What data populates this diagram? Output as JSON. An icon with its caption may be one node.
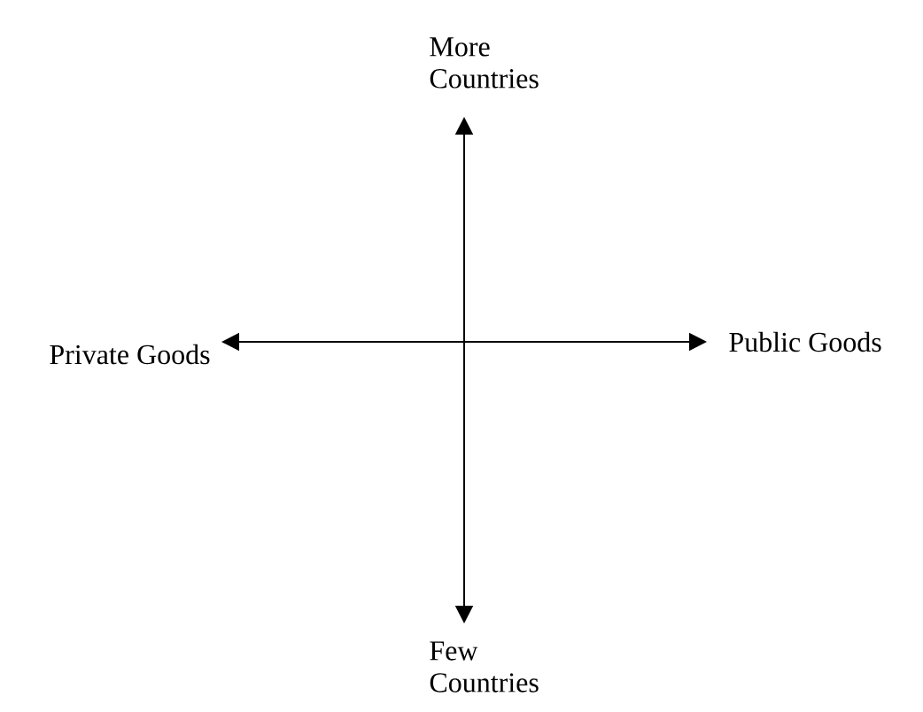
{
  "diagram": {
    "nodes": [
      {
        "text": [
          "More Countries"
        ]
      },
      {
        "text": [
          "Private Goods"
        ]
      },
      {
        "text": [
          "Public Goods"
        ]
      },
      {
        "text": [
          "Few Countries"
        ]
      }
    ],
    "edges": [
      {
        "from": 0,
        "to": 3,
        "arrow": "both"
      },
      {
        "from": 1,
        "to": 2,
        "arrow": "both"
      }
    ]
  }
}
